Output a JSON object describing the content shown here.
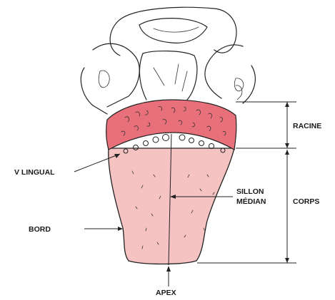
{
  "diagram": {
    "labels": {
      "v_lingual": "V LINGUAL",
      "bord": "BORD",
      "apex": "APEX",
      "sillon_line1": "SILLON",
      "sillon_line2": "MÉDIAN",
      "racine": "RACINE",
      "corps": "CORPS"
    },
    "colors": {
      "root_region": "#e8707a",
      "body_region": "#f6c3c3",
      "outline": "#222222"
    }
  }
}
